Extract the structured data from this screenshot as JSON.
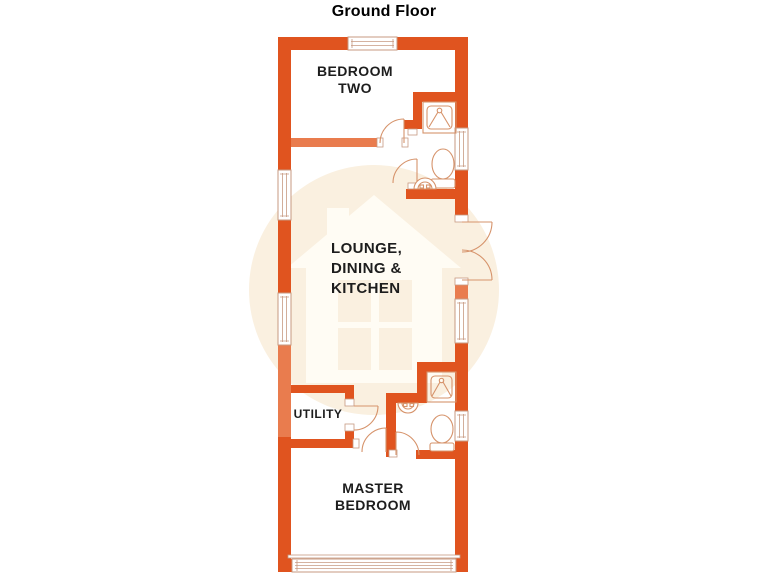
{
  "title": "Ground Floor",
  "rooms": [
    {
      "name": "bedroom-two",
      "lines": [
        "BEDROOM",
        "TWO"
      ]
    },
    {
      "name": "lounge-dining-kitchen",
      "lines": [
        "LOUNGE,",
        "DINING &",
        "KITCHEN"
      ]
    },
    {
      "name": "utility",
      "lines": [
        "UTILITY"
      ]
    },
    {
      "name": "master-bedroom",
      "lines": [
        "MASTER",
        "BEDROOM"
      ]
    }
  ],
  "icons": [
    {
      "name": "shower-icon",
      "count": 2,
      "shape": "square tray with spray lines"
    },
    {
      "name": "toilet-icon",
      "count": 2,
      "shape": "oval bowl with cistern"
    },
    {
      "name": "basin-icon",
      "count": 2,
      "shape": "semicircle with taps"
    },
    {
      "name": "door-swing-icon",
      "count": 5,
      "shape": "quarter-circle arc"
    },
    {
      "name": "french-door-icon",
      "count": 1,
      "shape": "double outward arcs"
    },
    {
      "name": "window-icon",
      "count": 7,
      "shape": "white bar with mullion lines"
    },
    {
      "name": "watermark-house-icon",
      "count": 1,
      "shape": "house with four-pane window in circle"
    }
  ],
  "colors": {
    "background": "#ffffff",
    "wall": "#e0541f",
    "wall_light": "#e97c4e",
    "fixture_line": "#d6936b",
    "window_frame": "#c79a82",
    "label_text": "#1d1d1d",
    "watermark_circle": "#faf0e0",
    "watermark_house": "#fffcf4"
  }
}
